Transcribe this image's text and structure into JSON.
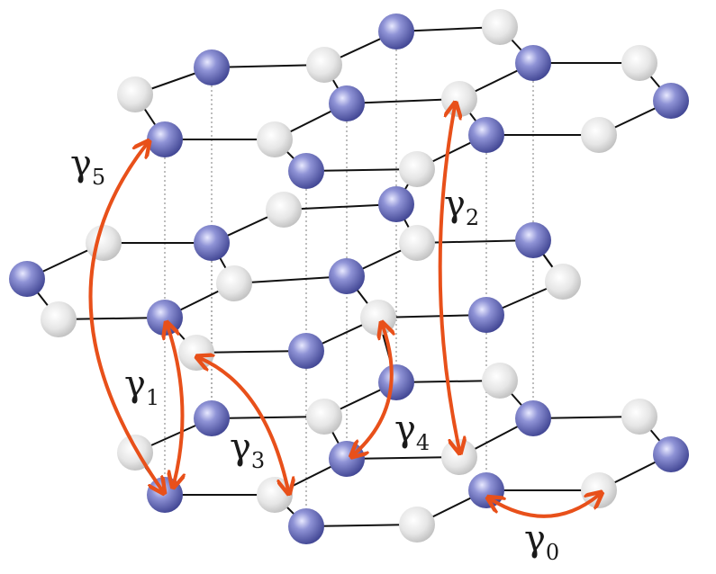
{
  "colors": {
    "atom_A": "#6a6fc2",
    "atom_B": "#e2e2e2",
    "bond": "#111111",
    "stack": "#9a9a9a",
    "arrow": "#e8501a"
  },
  "labels": [
    {
      "id": "g0",
      "symbol": "γ",
      "index": "0"
    },
    {
      "id": "g1",
      "symbol": "γ",
      "index": "1"
    },
    {
      "id": "g2",
      "symbol": "γ",
      "index": "2"
    },
    {
      "id": "g3",
      "symbol": "γ",
      "index": "3"
    },
    {
      "id": "g4",
      "symbol": "γ",
      "index": "4"
    },
    {
      "id": "g5",
      "symbol": "γ",
      "index": "5"
    }
  ]
}
